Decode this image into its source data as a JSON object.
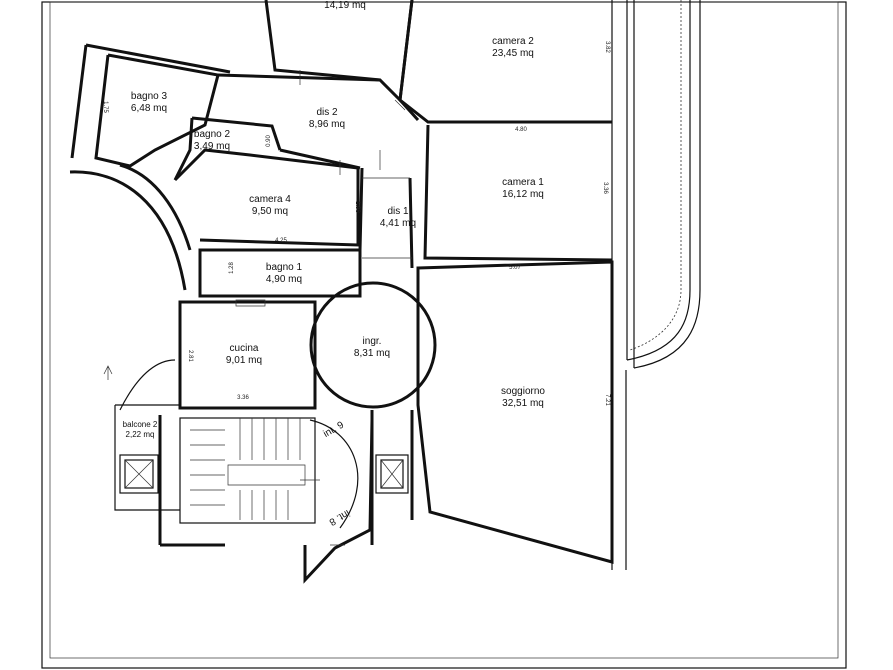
{
  "rooms": {
    "room_top": {
      "area": "14,19 mq"
    },
    "camera2": {
      "name": "camera 2",
      "area": "23,45 mq"
    },
    "bagno3": {
      "name": "bagno 3",
      "area": "6,48 mq"
    },
    "dis2": {
      "name": "dis 2",
      "area": "8,96 mq"
    },
    "bagno2": {
      "name": "bagno 2",
      "area": "3,49 mq"
    },
    "camera4": {
      "name": "camera 4",
      "area": "9,50 mq"
    },
    "dis1": {
      "name": "dis 1",
      "area": "4,41 mq"
    },
    "camera1": {
      "name": "camera 1",
      "area": "16,12 mq"
    },
    "bagno1": {
      "name": "bagno 1",
      "area": "4,90 mq"
    },
    "cucina": {
      "name": "cucina",
      "area": "9,01 mq"
    },
    "ingr": {
      "name": "ingr.",
      "area": "8,31 mq"
    },
    "soggiorno": {
      "name": "soggiorno",
      "area": "32,51 mq"
    },
    "balcone2": {
      "name": "balcone 2",
      "area": "2,22 mq"
    }
  },
  "annotations": {
    "int9": "int. 9",
    "int8": "int. 8"
  },
  "dimensions": {
    "d480": "4.80",
    "d382": "3.82",
    "d336a": "3.36",
    "d425": "4.25",
    "d198": "1.98",
    "d507": "5.07",
    "d281": "2.81",
    "d336b": "3.36",
    "d128": "1.28",
    "d090": "0.90",
    "d175": "1.75",
    "d721": "7.21"
  }
}
